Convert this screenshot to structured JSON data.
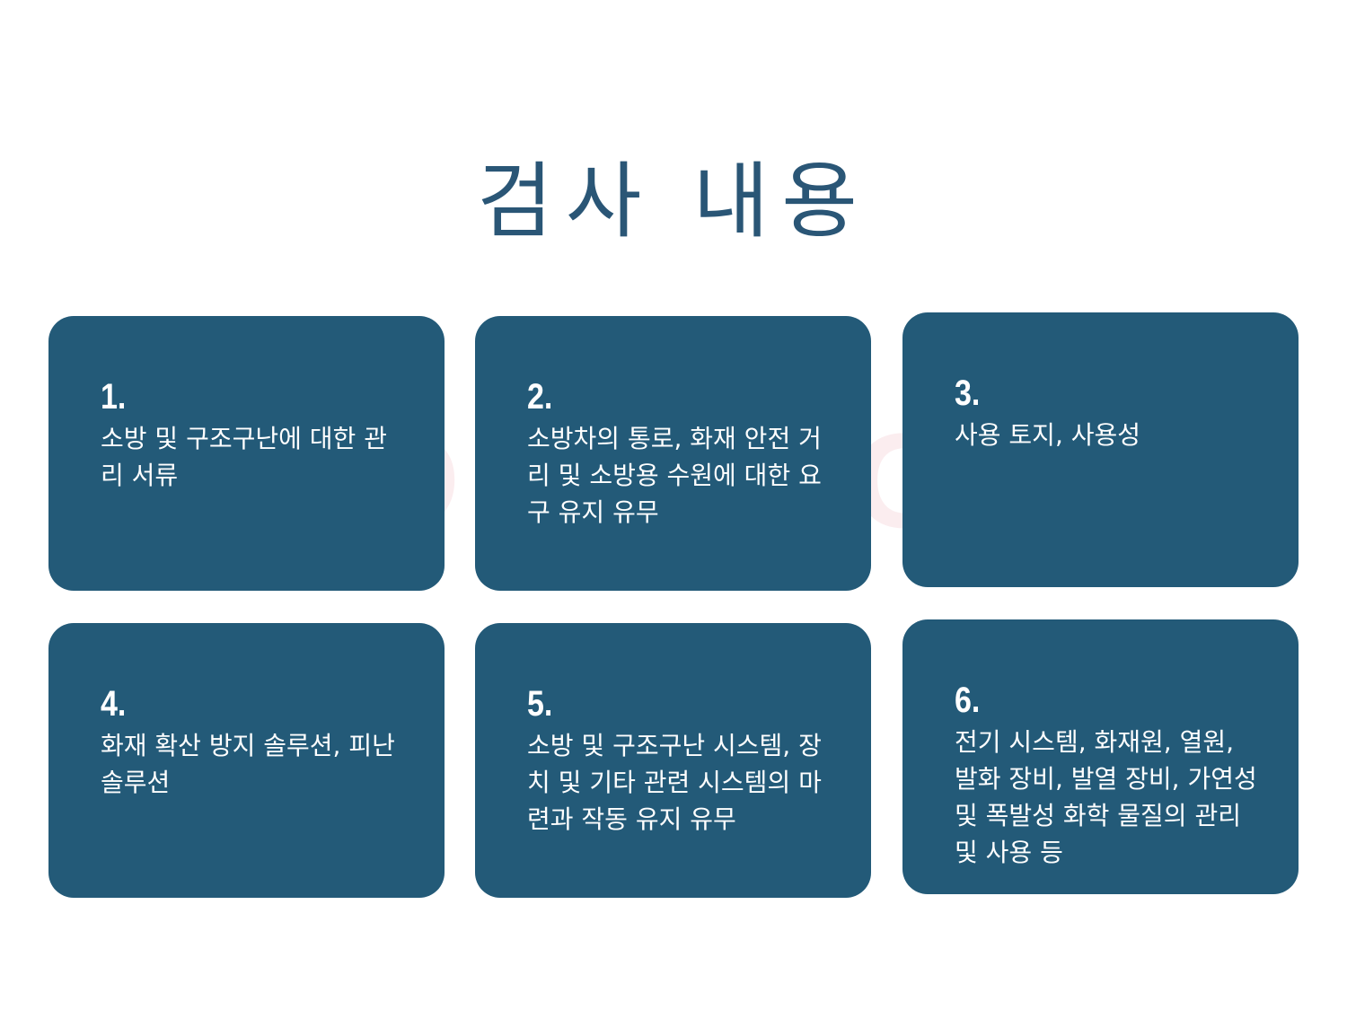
{
  "title": "검사 내용",
  "watermark": "DECCO",
  "colors": {
    "title": "#2a5676",
    "card_bg": "#235a78",
    "card_text": "#ffffff",
    "background": "#ffffff"
  },
  "cards": [
    {
      "number": "1.",
      "text": "소방 및 구조구난에 대한 관리 서류"
    },
    {
      "number": "2.",
      "text": "소방차의 통로, 화재 안전 거리 및 소방용 수원에 대한 요구 유지 유무"
    },
    {
      "number": "3.",
      "text": "사용 토지, 사용성"
    },
    {
      "number": "4.",
      "text": "화재 확산 방지 솔루션, 피난 솔루션"
    },
    {
      "number": "5.",
      "text": "소방 및 구조구난 시스템, 장치 및 기타 관련 시스템의 마련과 작동 유지 유무"
    },
    {
      "number": "6.",
      "text": "전기 시스템, 화재원, 열원, 발화 장비, 발열 장비, 가연성 및 폭발성 화학 물질의 관리 및 사용 등"
    }
  ]
}
